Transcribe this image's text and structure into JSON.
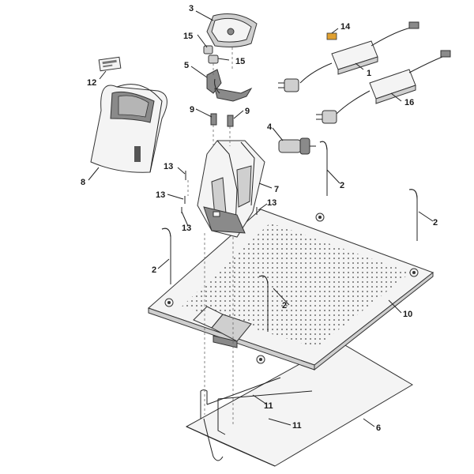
{
  "diagram": {
    "part_numbers": [
      "1",
      "2",
      "3",
      "4",
      "5",
      "6",
      "7",
      "8",
      "9",
      "10",
      "11",
      "12",
      "13",
      "14",
      "15",
      "16"
    ],
    "callouts": [
      {
        "id": "3",
        "text": "3"
      },
      {
        "id": "14",
        "text": "14"
      },
      {
        "id": "15a",
        "text": "15"
      },
      {
        "id": "15b",
        "text": "15"
      },
      {
        "id": "12",
        "text": "12"
      },
      {
        "id": "5",
        "text": "5"
      },
      {
        "id": "1",
        "text": "1"
      },
      {
        "id": "16",
        "text": "16"
      },
      {
        "id": "9a",
        "text": "9"
      },
      {
        "id": "9b",
        "text": "9"
      },
      {
        "id": "4",
        "text": "4"
      },
      {
        "id": "8",
        "text": "8"
      },
      {
        "id": "13a",
        "text": "13"
      },
      {
        "id": "13b",
        "text": "13"
      },
      {
        "id": "13c",
        "text": "13"
      },
      {
        "id": "13d",
        "text": "13"
      },
      {
        "id": "7",
        "text": "7"
      },
      {
        "id": "2a",
        "text": "2"
      },
      {
        "id": "2b",
        "text": "2"
      },
      {
        "id": "2c",
        "text": "2"
      },
      {
        "id": "2d",
        "text": "2"
      },
      {
        "id": "10",
        "text": "10"
      },
      {
        "id": "11a",
        "text": "11"
      },
      {
        "id": "11b",
        "text": "11"
      },
      {
        "id": "6",
        "text": "6"
      }
    ]
  },
  "colors": {
    "line": "#222222",
    "fill_light": "#f4f4f4",
    "fill_mid": "#cfcfcf",
    "fill_dark": "#8a8a8a",
    "label_accent": "#e0a030"
  }
}
